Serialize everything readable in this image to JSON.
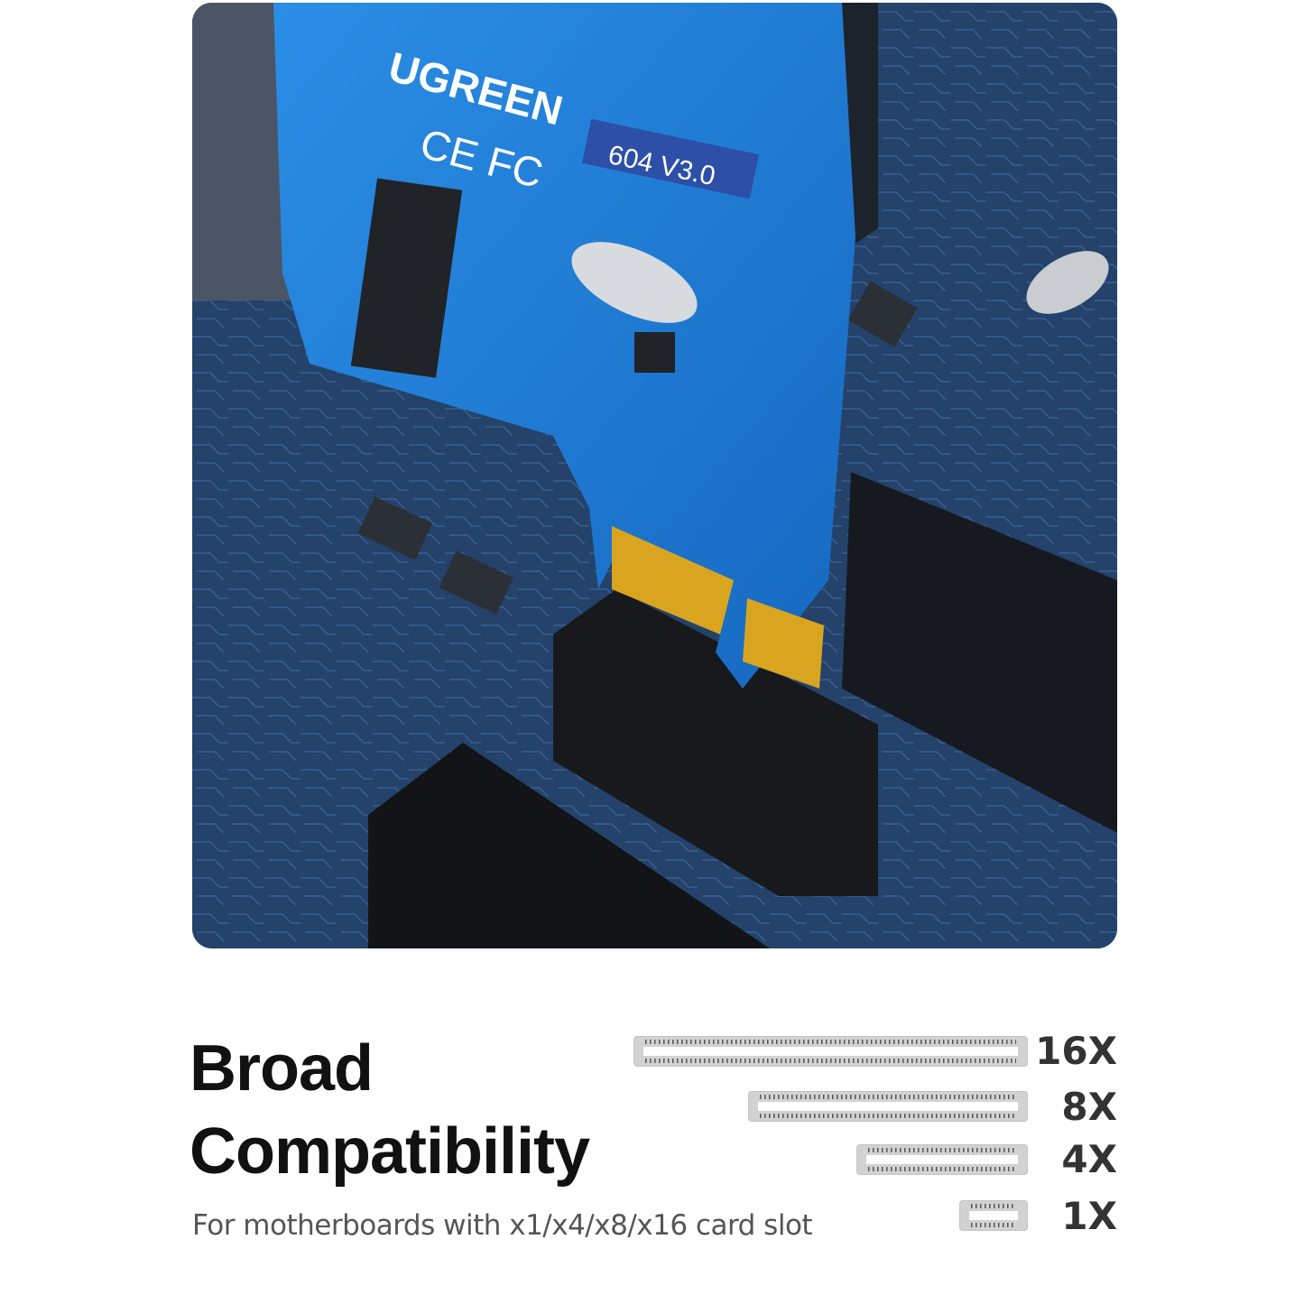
{
  "photo": {
    "brand": "UGREEN",
    "certifications": "CE FC",
    "model_label": "604  V3.0",
    "colors": {
      "board": "#24426a",
      "card": "#1e7fd6",
      "slot": "#1a1a1a",
      "gold": "#d9a520"
    }
  },
  "heading": {
    "line1": "Broad",
    "line2": "Compatibility"
  },
  "subtitle": "For motherboards with x1/x4/x8/x16 card slot",
  "slots": [
    {
      "label": "16X"
    },
    {
      "label": "8X"
    },
    {
      "label": "4X"
    },
    {
      "label": "1X"
    }
  ]
}
